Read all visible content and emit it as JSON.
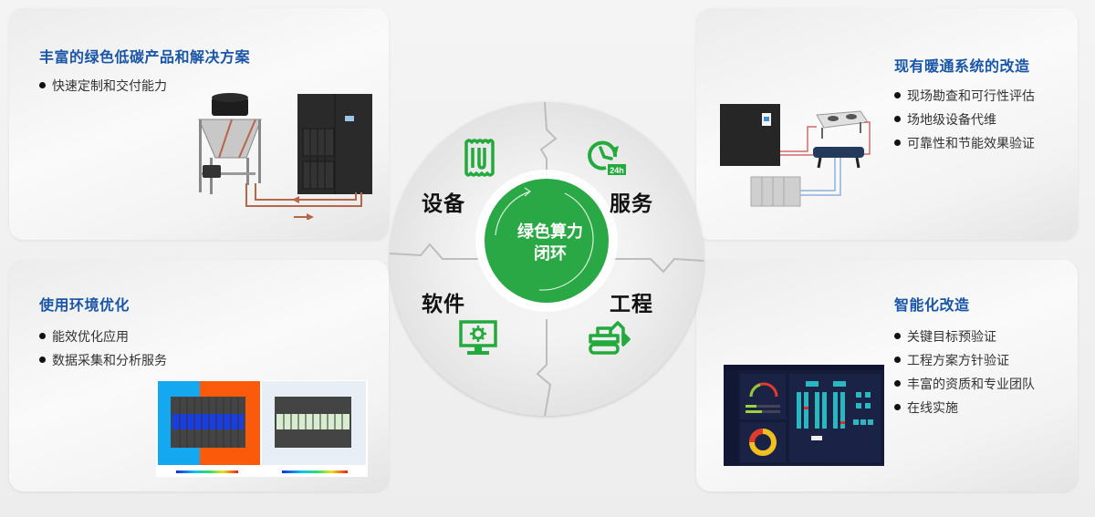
{
  "center": {
    "title_line1": "绿色算力",
    "title_line2": "闭环",
    "color": "#2aa845"
  },
  "segments": [
    {
      "label": "设备",
      "icon": "radiator-icon"
    },
    {
      "label": "服务",
      "icon": "clock-24h-icon",
      "badge": "24h"
    },
    {
      "label": "软件",
      "icon": "monitor-gear-icon"
    },
    {
      "label": "工程",
      "icon": "excavator-icon"
    }
  ],
  "cards": {
    "top_left": {
      "title": "丰富的绿色低碳产品和解决方案",
      "bullets": [
        "快速定制和交付能力"
      ]
    },
    "top_right": {
      "title": "现有暖通系统的改造",
      "bullets": [
        "现场勘查和可行性评估",
        "场地级设备代维",
        "可靠性和节能效果验证"
      ]
    },
    "bottom_left": {
      "title": "使用环境优化",
      "bullets": [
        "能效优化应用",
        "数据采集和分析服务"
      ]
    },
    "bottom_right": {
      "title": "智能化改造",
      "bullets": [
        "关键目标预验证",
        "工程方案方针验证",
        "丰富的资质和专业团队",
        "在线实施"
      ]
    }
  },
  "colors": {
    "title_blue": "#1a56a8",
    "icon_green": "#22aa3c",
    "pipe_copper": "#b5674a"
  }
}
